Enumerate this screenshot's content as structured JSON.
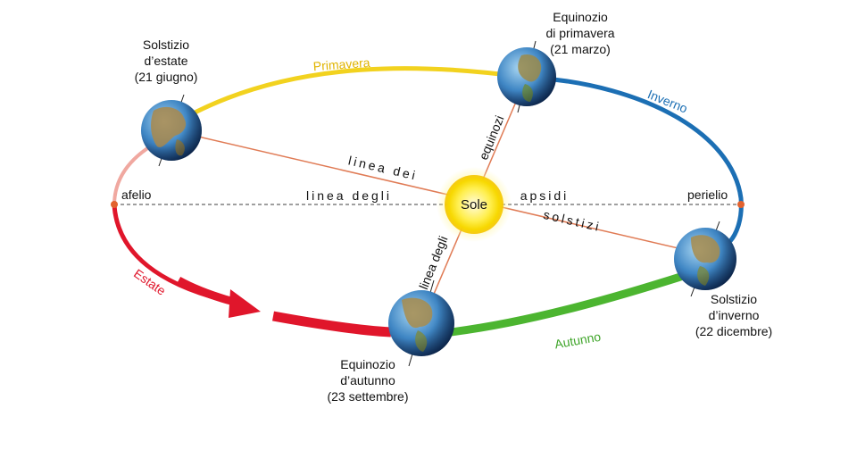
{
  "sun": {
    "label": "Sole"
  },
  "points": {
    "aphelion": "afelio",
    "perihelion": "perielio"
  },
  "positions": {
    "summer_solstice": {
      "line1": "Solstizio",
      "line2": "d’estate",
      "line3": "(21 giugno)"
    },
    "spring_equinox": {
      "line1": "Equinozio",
      "line2": "di primavera",
      "line3": "(21 marzo)"
    },
    "winter_solstice": {
      "line1": "Solstizio",
      "line2": "d’inverno",
      "line3": "(22 dicembre)"
    },
    "autumn_equinox": {
      "line1": "Equinozio",
      "line2": "d’autunno",
      "line3": "(23 settembre)"
    }
  },
  "seasons": {
    "spring": "Primavera",
    "winter": "Inverno",
    "summer": "Estate",
    "autumn": "Autunno"
  },
  "lines": {
    "solstices_a": "linea dei",
    "solstices_b": "solstizi",
    "apsides_a": "linea degli",
    "apsides_b": "apsidi",
    "equinoxes_a": "linea degli",
    "equinoxes_b": "equinozi"
  },
  "colors": {
    "spring": "#f2d21f",
    "winter": "#1c6fb4",
    "summer": "#e0162b",
    "autumn": "#4cb530",
    "summer_fade": "#f0a8a0",
    "axis_line": "#e07b55",
    "point_marker": "#e2622e"
  }
}
